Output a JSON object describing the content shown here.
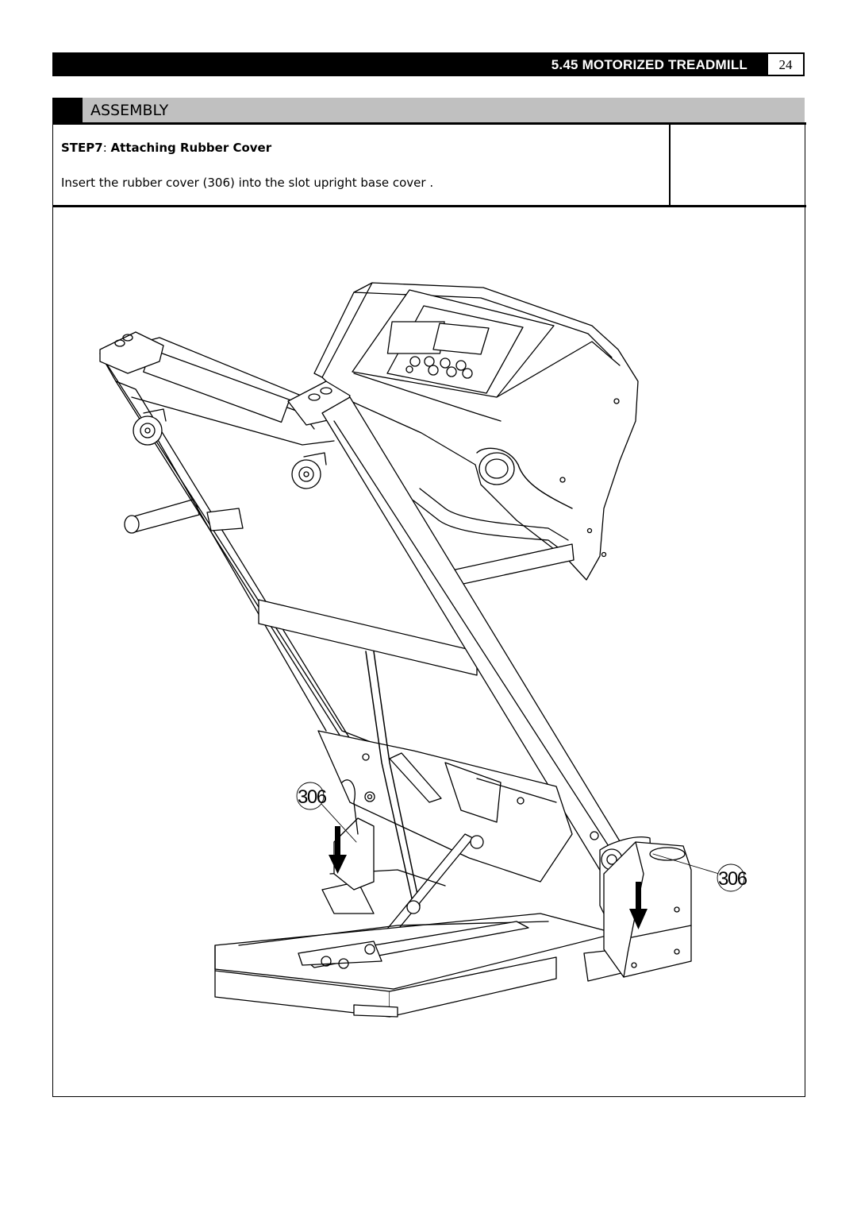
{
  "header": {
    "title": "5.45 MOTORIZED TREADMILL",
    "page_number": "24"
  },
  "section": {
    "title": "ASSEMBLY"
  },
  "step": {
    "label": "STEP7",
    "separator": ": ",
    "title": "Attaching Rubber Cover",
    "instruction": "Insert the rubber cover (306) into the slot upright base cover ."
  },
  "figure": {
    "callout_left": "306",
    "callout_right": "306",
    "icons": [
      "treadmill-folded-illustration",
      "down-arrow-icon",
      "down-arrow-icon"
    ]
  }
}
